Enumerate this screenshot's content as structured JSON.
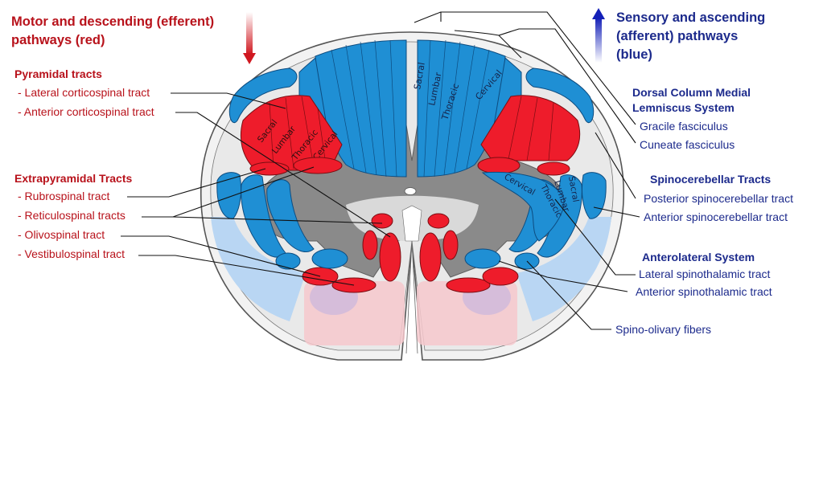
{
  "colors": {
    "efferent": "#b8121b",
    "afferent": "#1c2a8c",
    "tract_red": "#ee1c2b",
    "tract_blue": "#1f8fd4",
    "grey_matter": "#8a8a8a"
  },
  "efferent": {
    "title_line1": "Motor and descending (efferent)",
    "title_line2": "pathways   (red)",
    "pyramidal_heading": "Pyramidal tracts",
    "pyramidal": [
      "- Lateral corticospinal tract",
      "- Anterior corticospinal tract"
    ],
    "extrapyramidal_heading": "Extrapyramidal Tracts",
    "extrapyramidal": [
      "- Rubrospinal tract",
      "- Reticulospinal tracts",
      "- Olivospinal tract",
      "- Vestibulospinal tract"
    ]
  },
  "afferent": {
    "title_line1": "Sensory and ascending",
    "title_line2": "(afferent) pathways",
    "title_line3": "(blue)",
    "dcml_heading_line1": "Dorsal Column Medial",
    "dcml_heading_line2": "Lemniscus System",
    "dcml": [
      "Gracile fasciculus",
      "Cuneate fasciculus"
    ],
    "spinocerebellar_heading": "Spinocerebellar Tracts",
    "spinocerebellar": [
      "Posterior spinocerebellar tract",
      "Anterior spinocerebellar tract"
    ],
    "anterolateral_heading": "Anterolateral System",
    "anterolateral": [
      "Lateral spinothalamic tract",
      "Anterior spinothalamic tract"
    ],
    "spino_olivary": "Spino-olivary fibers"
  },
  "segments": {
    "dorsal": [
      "Sacral",
      "Lumbar",
      "Thoracic",
      "Cervical"
    ],
    "left_corticospinal": [
      "Sacral",
      "Lumbar",
      "Thoracic",
      "Cervical"
    ],
    "right_anterolateral": [
      "Cervical",
      "Thoracic",
      "Lumbar",
      "Sacral"
    ]
  },
  "icons": [
    "arrow-down-icon",
    "arrow-up-icon"
  ]
}
